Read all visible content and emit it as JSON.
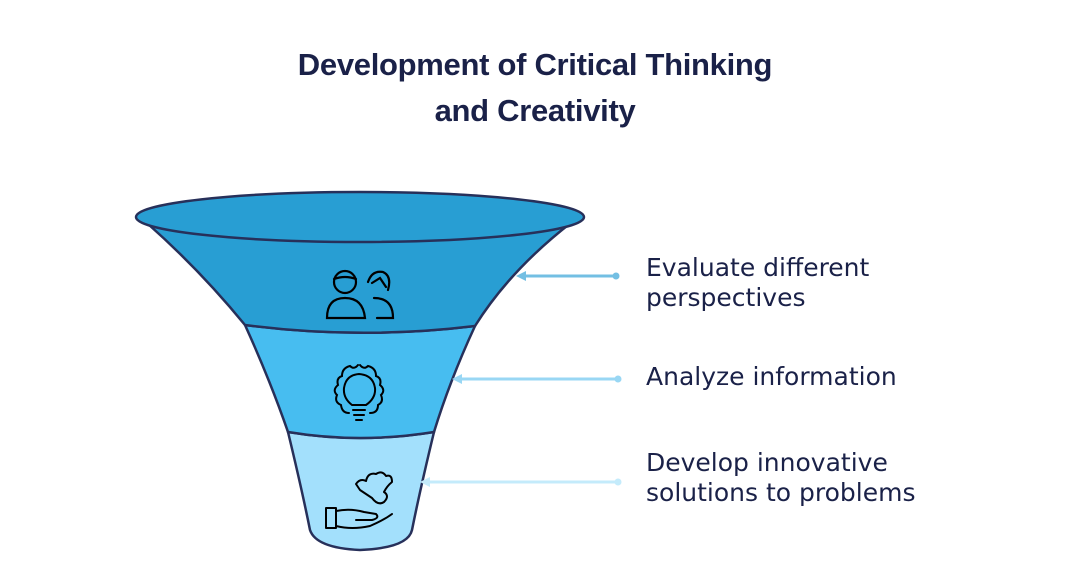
{
  "title": {
    "line1": "Development of Critical Thinking",
    "line2": "and Creativity"
  },
  "colors": {
    "text": "#1a2148",
    "outline": "#27305a",
    "stage1": "#289ed3",
    "stage2": "#47bdf0",
    "stage3": "#a3e0fc",
    "arrow1": "#73bfe3",
    "arrow2": "#99d7f4",
    "arrow3": "#c4ebfb"
  },
  "stages": [
    {
      "label_line1": "Evaluate different",
      "label_line2": "perspectives",
      "icon": "people-exchange-icon"
    },
    {
      "label_line1": "Analyze information",
      "label_line2": "",
      "icon": "gear-lightbulb-icon"
    },
    {
      "label_line1": "Develop innovative",
      "label_line2": "solutions to problems",
      "icon": "hand-puzzle-icon"
    }
  ]
}
